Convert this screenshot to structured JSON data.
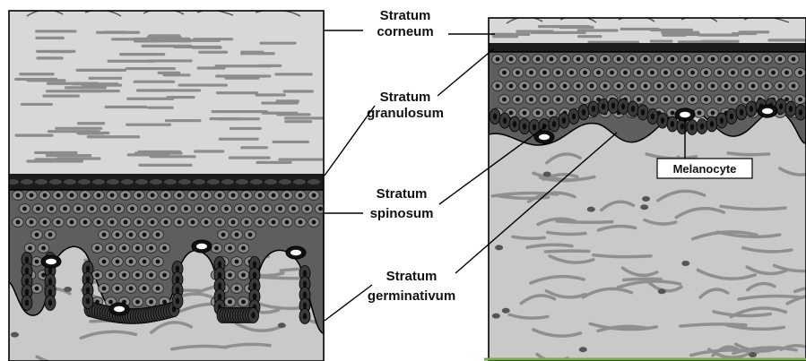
{
  "labels": {
    "corneum": [
      "Stratum",
      "corneum"
    ],
    "granulosum": [
      "Stratum",
      "granulosum"
    ],
    "spinosum": [
      "Stratum",
      "spinosum"
    ],
    "germinativum": [
      "Stratum",
      "germinativum"
    ],
    "melanocyte": "Melanocyte"
  },
  "colors": {
    "corneum_bg": "#d8d8d8",
    "corneum_streak": "#8c8c8c",
    "granulosum_band": "#1c1c1c",
    "spinosum_cell": "#8a8a8a",
    "basal_cell": "#3a3a3a",
    "dermis_bg": "#c9c9c9",
    "dermis_fiber": "#8f8f8f",
    "outline": "#000000",
    "accent_bottom": "#6fb04a"
  }
}
